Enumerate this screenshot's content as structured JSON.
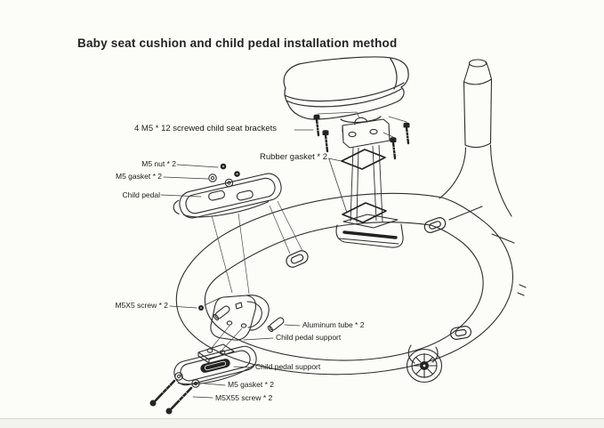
{
  "page": {
    "title": "Baby seat cushion and child pedal installation method",
    "background_color": "#fcfcf9",
    "line_color": "#2b2b2b"
  },
  "labels": [
    {
      "name": "seat-bracket-screws",
      "text": "4 M5 * 12 screwed child seat brackets"
    },
    {
      "name": "rubber-gasket",
      "text": "Rubber gasket * 2"
    },
    {
      "name": "m5-nut",
      "text": "M5 nut * 2"
    },
    {
      "name": "m5-gasket-upper",
      "text": "M5 gasket * 2"
    },
    {
      "name": "child-pedal",
      "text": "Child pedal"
    },
    {
      "name": "m5x5-screw",
      "text": "M5X5 screw * 2"
    },
    {
      "name": "aluminum-tube",
      "text": "Aluminum tube * 2"
    },
    {
      "name": "child-pedal-support-1",
      "text": "Child pedal support"
    },
    {
      "name": "child-pedal-support-2",
      "text": "Child pedal support"
    },
    {
      "name": "m5-gasket-lower",
      "text": "M5 gasket * 2"
    },
    {
      "name": "m5x55-screw",
      "text": "M5X55 screw * 2"
    }
  ]
}
